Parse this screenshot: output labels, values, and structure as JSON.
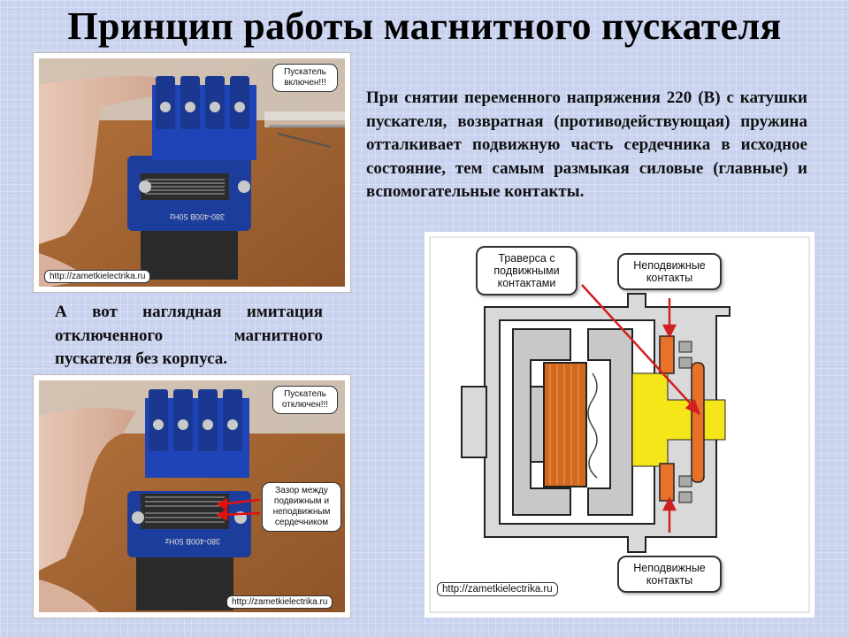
{
  "title": "Принцип работы магнитного пускателя",
  "paragraph_top": "При снятии переменного напряжения 220 (В) с катушки пускателя, возвратная (противодействующая) пружина отталкивает подвижную часть сердечника в исходное состояние, тем самым размыкая силовые (главные) и вспомогательные контакты.",
  "paragraph_left": "А вот наглядная имитация отключенного магнитного пускателя без корпуса.",
  "photo_top": {
    "callout": "Пускатель включен!!!",
    "url": "http://zametkielectrika.ru",
    "marking": "380-400B 50Hz"
  },
  "photo_bottom": {
    "callout": "Пускатель отключен!!!",
    "gap_callout": "Зазор между подвижным и неподвижным сердечником",
    "url": "http://zametkielectrika.ru",
    "marking": "380-400B 50Hz"
  },
  "diagram": {
    "callout_traverse": "Траверса с подвижными контактами",
    "callout_fixed_top": "Неподвижные контакты",
    "callout_fixed_bottom": "Неподвижные контакты",
    "url": "http://zametkielectrika.ru",
    "colors": {
      "core": "#c8c8c8",
      "coil": "#d2691e",
      "traverse": "#f5e61a",
      "contacts": "#e8722a",
      "arrow": "#d0201f"
    }
  }
}
